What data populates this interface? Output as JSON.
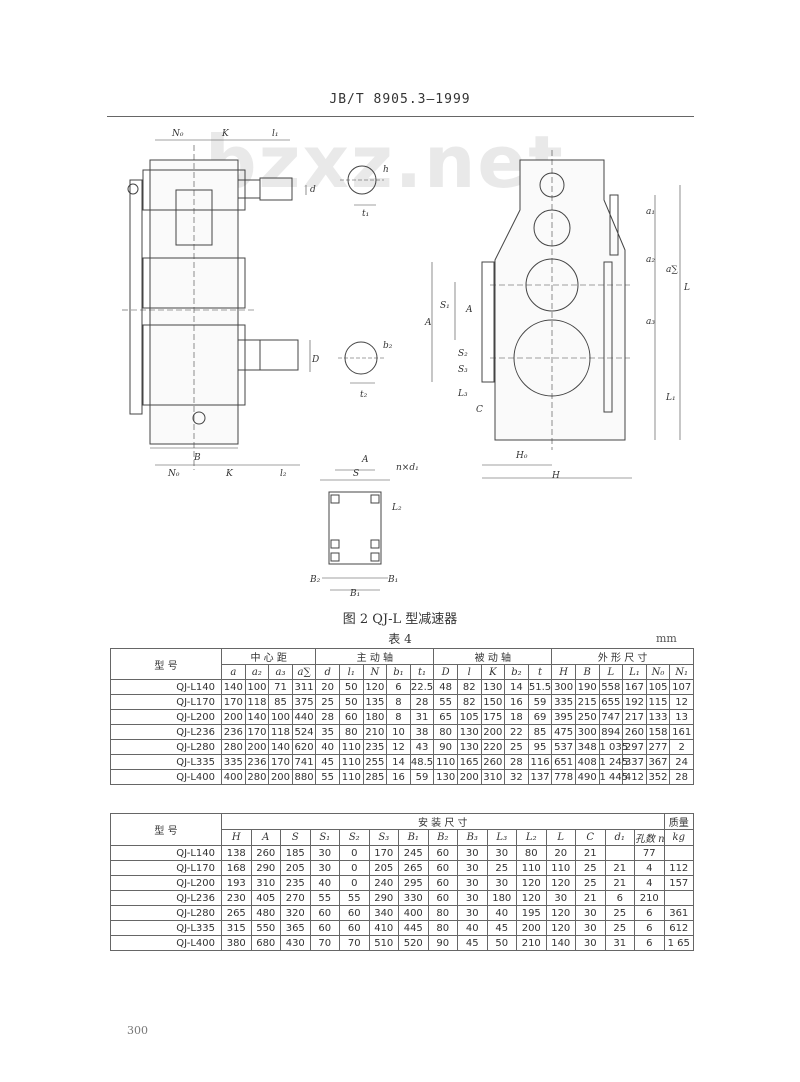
{
  "header": {
    "standard": "JB/T 8905.3—1999"
  },
  "watermark": "bzxz.net",
  "figure": {
    "caption": "图 2   QJ-L 型减速器",
    "dims": {
      "N0": "N₀",
      "K_top": "K",
      "l1_top": "l₁",
      "d": "d",
      "h": "h",
      "t1": "t₁",
      "D": "D",
      "b2": "b₂",
      "t2": "t₂",
      "B": "B",
      "N0_bottom": "N₀",
      "K_bottom": "K",
      "l2": "l₂",
      "A": "A",
      "S": "S",
      "ndl": "n×d₁",
      "L2": "L₂",
      "B2": "B₂",
      "B1": "B₁",
      "A_side": "A",
      "S1": "S₁",
      "S2": "S₂",
      "S3": "S₃",
      "L3": "L₃",
      "C": "C",
      "H0": "H₀",
      "H": "H",
      "a1": "a₁",
      "a2": "a₂",
      "a_sum": "a∑",
      "a3": "a₃",
      "L": "L",
      "L1": "L₁"
    }
  },
  "table_caption": "表 4",
  "unit": "mm",
  "table1": {
    "model_label": "型  号",
    "groups": [
      "中  心  距",
      "主  动  轴",
      "被  动  轴",
      "外  形  尺  寸"
    ],
    "cols": [
      "a",
      "a₂",
      "a₃",
      "a∑",
      "d",
      "l₁",
      "N",
      "b₁",
      "t₁",
      "D",
      "l",
      "K",
      "b₂",
      "t",
      "H",
      "B",
      "L",
      "L₁",
      "N₀",
      "N₁"
    ],
    "rows": [
      {
        "model": "QJ-L140",
        "v": [
          "140",
          "100",
          "71",
          "311",
          "20",
          "50",
          "120",
          "6",
          "22.5",
          "48",
          "82",
          "130",
          "14",
          "51.5",
          "300",
          "190",
          "558",
          "167",
          "105",
          "107"
        ]
      },
      {
        "model": "QJ-L170",
        "v": [
          "170",
          "118",
          "85",
          "375",
          "25",
          "50",
          "135",
          "8",
          "28",
          "55",
          "82",
          "150",
          "16",
          "59",
          "335",
          "215",
          "655",
          "192",
          "115",
          "12"
        ]
      },
      {
        "model": "QJ-L200",
        "v": [
          "200",
          "140",
          "100",
          "440",
          "28",
          "60",
          "180",
          "8",
          "31",
          "65",
          "105",
          "175",
          "18",
          "69",
          "395",
          "250",
          "747",
          "217",
          "133",
          "13"
        ]
      },
      {
        "model": "QJ-L236",
        "v": [
          "236",
          "170",
          "118",
          "524",
          "35",
          "80",
          "210",
          "10",
          "38",
          "80",
          "130",
          "200",
          "22",
          "85",
          "475",
          "300",
          "894",
          "260",
          "158",
          "161"
        ]
      },
      {
        "model": "QJ-L280",
        "v": [
          "280",
          "200",
          "140",
          "620",
          "40",
          "110",
          "235",
          "12",
          "43",
          "90",
          "130",
          "220",
          "25",
          "95",
          "537",
          "348",
          "1 035",
          "297",
          "277",
          "2"
        ]
      },
      {
        "model": "QJ-L335",
        "v": [
          "335",
          "236",
          "170",
          "741",
          "45",
          "110",
          "255",
          "14",
          "48.5",
          "110",
          "165",
          "260",
          "28",
          "116",
          "651",
          "408",
          "1 245",
          "337",
          "367",
          "24"
        ]
      },
      {
        "model": "QJ-L400",
        "v": [
          "400",
          "280",
          "200",
          "880",
          "55",
          "110",
          "285",
          "16",
          "59",
          "130",
          "200",
          "310",
          "32",
          "137",
          "778",
          "490",
          "1 445",
          "412",
          "352",
          "28"
        ]
      }
    ]
  },
  "table2": {
    "model_label": "型  号",
    "group": "安      装      尺      寸",
    "weight_label": "质量",
    "cols": [
      "H",
      "A",
      "S",
      "S₁",
      "S₂",
      "S₃",
      "B₁",
      "B₂",
      "B₃",
      "L₃",
      "L₂",
      "L",
      "C",
      "d₁",
      "孔数 n",
      "kg"
    ],
    "rows": [
      {
        "model": "QJ-L140",
        "v": [
          "138",
          "260",
          "185",
          "30",
          "0",
          "170",
          "245",
          "60",
          "30",
          "30",
          "80",
          "20",
          "21",
          "",
          "77"
        ]
      },
      {
        "model": "QJ-L170",
        "v": [
          "168",
          "290",
          "205",
          "30",
          "0",
          "205",
          "265",
          "60",
          "30",
          "25",
          "110",
          "110",
          "25",
          "21",
          "4",
          "112"
        ]
      },
      {
        "model": "QJ-L200",
        "v": [
          "193",
          "310",
          "235",
          "40",
          "0",
          "240",
          "295",
          "60",
          "30",
          "30",
          "120",
          "120",
          "25",
          "21",
          "4",
          "157"
        ]
      },
      {
        "model": "QJ-L236",
        "v": [
          "230",
          "405",
          "270",
          "55",
          "55",
          "290",
          "330",
          "60",
          "30",
          "180",
          "120",
          "30",
          "21",
          "6",
          "210"
        ]
      },
      {
        "model": "QJ-L280",
        "v": [
          "265",
          "480",
          "320",
          "60",
          "60",
          "340",
          "400",
          "80",
          "30",
          "40",
          "195",
          "120",
          "30",
          "25",
          "6",
          "361"
        ]
      },
      {
        "model": "QJ-L335",
        "v": [
          "315",
          "550",
          "365",
          "60",
          "60",
          "410",
          "445",
          "80",
          "40",
          "45",
          "200",
          "120",
          "30",
          "25",
          "6",
          "612"
        ]
      },
      {
        "model": "QJ-L400",
        "v": [
          "380",
          "680",
          "430",
          "70",
          "70",
          "510",
          "520",
          "90",
          "45",
          "50",
          "210",
          "140",
          "30",
          "31",
          "6",
          "1 65"
        ]
      }
    ]
  },
  "page_number": "300"
}
